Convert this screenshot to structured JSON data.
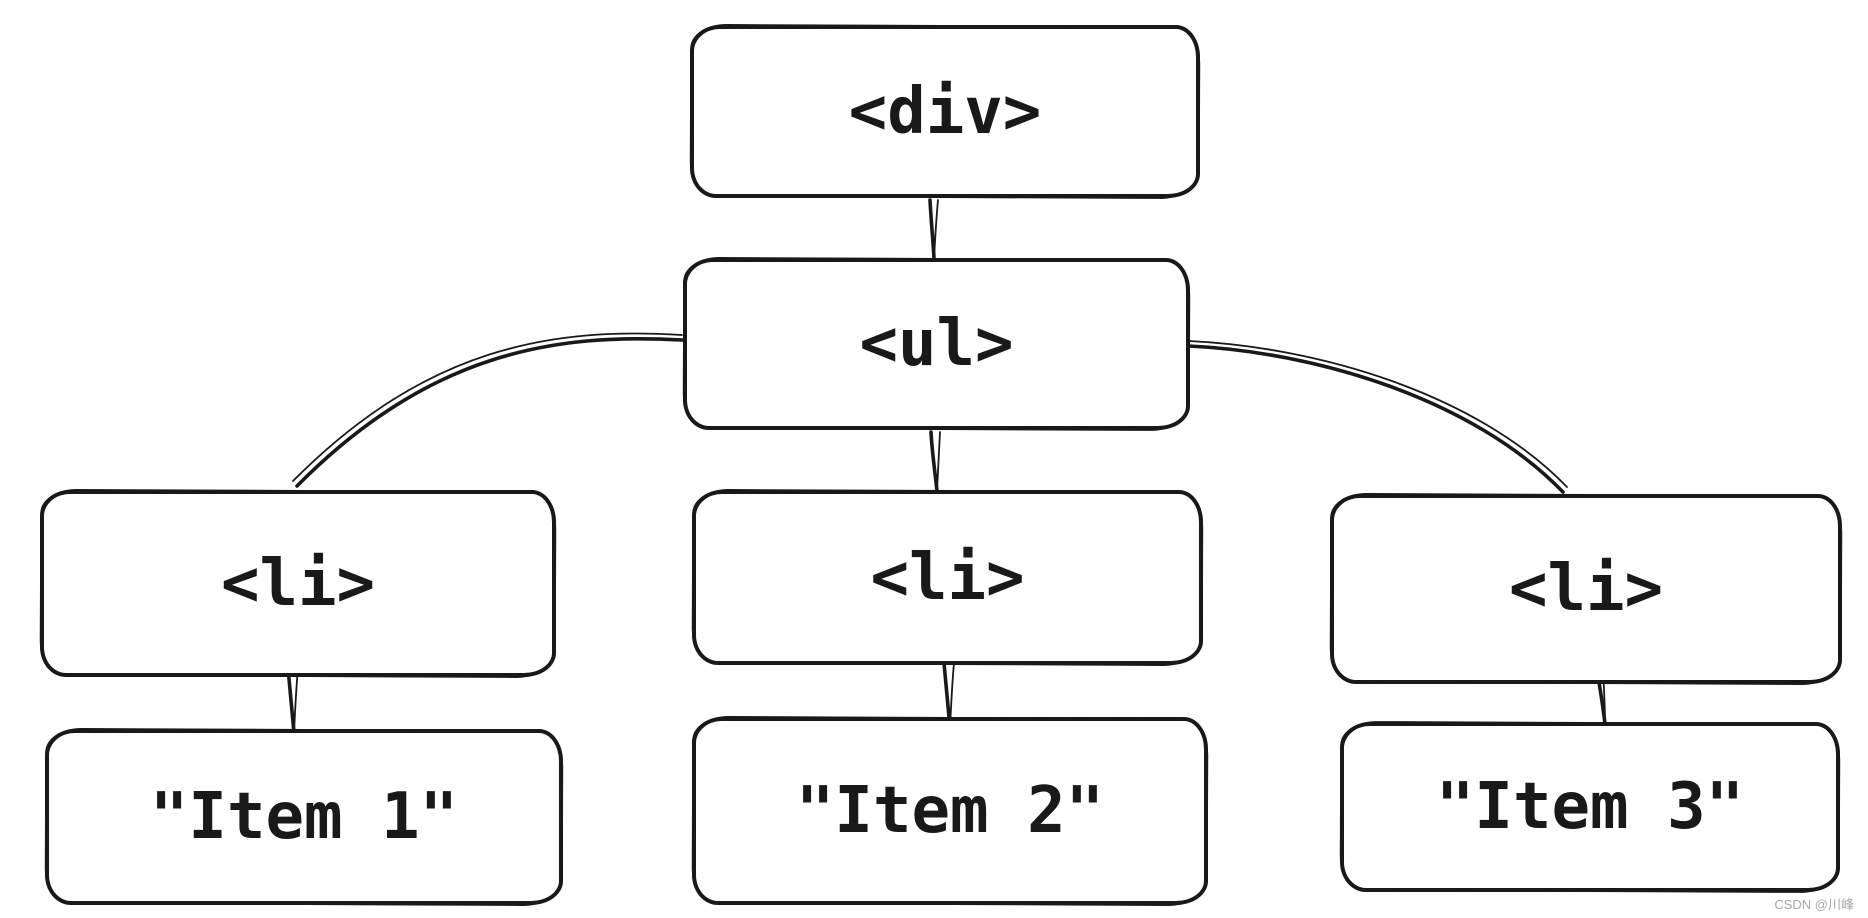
{
  "diagram": {
    "type": "dom-tree",
    "nodes": [
      {
        "id": "div",
        "label": "<div>"
      },
      {
        "id": "ul",
        "label": "<ul>"
      },
      {
        "id": "li1",
        "label": "<li>"
      },
      {
        "id": "li2",
        "label": "<li>"
      },
      {
        "id": "li3",
        "label": "<li>"
      },
      {
        "id": "item1",
        "label": "\"Item 1\""
      },
      {
        "id": "item2",
        "label": "\"Item 2\""
      },
      {
        "id": "item3",
        "label": "\"Item 3\""
      }
    ],
    "edges": [
      {
        "from": "div",
        "to": "ul"
      },
      {
        "from": "ul",
        "to": "li1"
      },
      {
        "from": "ul",
        "to": "li2"
      },
      {
        "from": "ul",
        "to": "li3"
      },
      {
        "from": "li1",
        "to": "item1"
      },
      {
        "from": "li2",
        "to": "item2"
      },
      {
        "from": "li3",
        "to": "item3"
      }
    ],
    "colors": {
      "stroke": "#191919",
      "background": "#ffffff",
      "watermark": "#a8a8a8"
    },
    "watermark": "CSDN @川峰"
  }
}
